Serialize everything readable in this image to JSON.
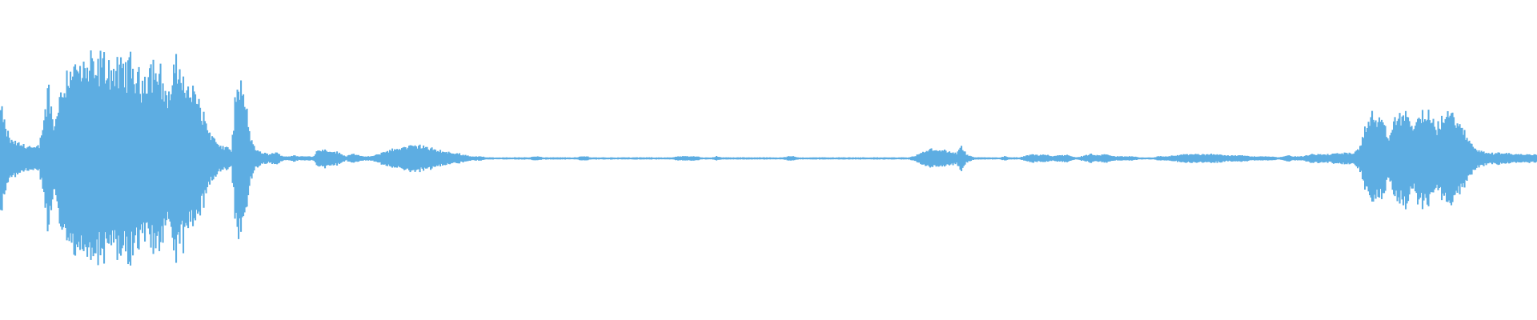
{
  "waveform": {
    "color": "#5dade2",
    "background": "#ffffff",
    "amplitude_envelope": [
      0.5,
      0.3,
      0.18,
      0.16,
      0.14,
      0.13,
      0.12,
      0.1,
      0.12,
      0.4,
      0.7,
      0.3,
      0.55,
      0.75,
      0.85,
      0.9,
      0.92,
      0.85,
      0.9,
      0.92,
      0.88,
      0.95,
      0.93,
      0.9,
      0.85,
      0.88,
      0.9,
      0.93,
      0.85,
      0.75,
      0.82,
      0.88,
      0.92,
      0.85,
      0.7,
      0.6,
      0.85,
      0.9,
      0.8,
      0.65,
      0.65,
      0.6,
      0.45,
      0.3,
      0.22,
      0.15,
      0.1,
      0.12,
      0.08,
      0.65,
      0.7,
      0.5,
      0.2,
      0.1,
      0.06,
      0.05,
      0.04,
      0.06,
      0.04,
      0.02,
      0.02,
      0.03,
      0.02,
      0.02,
      0.02,
      0.02,
      0.08,
      0.09,
      0.08,
      0.07,
      0.06,
      0.04,
      0.02,
      0.05,
      0.04,
      0.02,
      0.02,
      0.02,
      0.03,
      0.05,
      0.07,
      0.08,
      0.09,
      0.1,
      0.11,
      0.12,
      0.12,
      0.13,
      0.12,
      0.1,
      0.09,
      0.08,
      0.07,
      0.06,
      0.05,
      0.05,
      0.04,
      0.03,
      0.02,
      0.02,
      0.02,
      0.01,
      0.01,
      0.01,
      0.01,
      0.01,
      0.01,
      0.01,
      0.01,
      0.01,
      0.01,
      0.02,
      0.02,
      0.01,
      0.01,
      0.01,
      0.01,
      0.01,
      0.01,
      0.01,
      0.01,
      0.02,
      0.02,
      0.01,
      0.01,
      0.01,
      0.01,
      0.01,
      0.01,
      0.01,
      0.01,
      0.01,
      0.01,
      0.01,
      0.01,
      0.01,
      0.01,
      0.01,
      0.01,
      0.01,
      0.01,
      0.02,
      0.02,
      0.02,
      0.02,
      0.02,
      0.01,
      0.01,
      0.01,
      0.02,
      0.01,
      0.01,
      0.01,
      0.01,
      0.01,
      0.01,
      0.01,
      0.01,
      0.01,
      0.01,
      0.01,
      0.01,
      0.01,
      0.01,
      0.02,
      0.02,
      0.01,
      0.01,
      0.01,
      0.01,
      0.01,
      0.01,
      0.01,
      0.01,
      0.01,
      0.01,
      0.01,
      0.01,
      0.01,
      0.01,
      0.01,
      0.01,
      0.01,
      0.01,
      0.01,
      0.01,
      0.01,
      0.01,
      0.01,
      0.01,
      0.02,
      0.04,
      0.06,
      0.08,
      0.09,
      0.09,
      0.08,
      0.07,
      0.06,
      0.05,
      0.12,
      0.04,
      0.02,
      0.01,
      0.01,
      0.01,
      0.01,
      0.01,
      0.01,
      0.02,
      0.01,
      0.01,
      0.01,
      0.02,
      0.03,
      0.04,
      0.03,
      0.04,
      0.03,
      0.02,
      0.03,
      0.03,
      0.04,
      0.02,
      0.01,
      0.02,
      0.03,
      0.04,
      0.03,
      0.03,
      0.04,
      0.03,
      0.02,
      0.02,
      0.02,
      0.02,
      0.02,
      0.01,
      0.01,
      0.01,
      0.01,
      0.02,
      0.02,
      0.02,
      0.03,
      0.03,
      0.04,
      0.04,
      0.04,
      0.04,
      0.04,
      0.04,
      0.04,
      0.04,
      0.04,
      0.03,
      0.03,
      0.03,
      0.03,
      0.03,
      0.02,
      0.02,
      0.02,
      0.02,
      0.02,
      0.02,
      0.01,
      0.02,
      0.03,
      0.02,
      0.02,
      0.02,
      0.03,
      0.05,
      0.04,
      0.04,
      0.04,
      0.04,
      0.05,
      0.05,
      0.06,
      0.05,
      0.06,
      0.12,
      0.28,
      0.4,
      0.42,
      0.38,
      0.3,
      0.2,
      0.35,
      0.42,
      0.45,
      0.4,
      0.3,
      0.4,
      0.45,
      0.43,
      0.35,
      0.3,
      0.38,
      0.42,
      0.44,
      0.4,
      0.3,
      0.22,
      0.16,
      0.1,
      0.08,
      0.06,
      0.05,
      0.05,
      0.06,
      0.05,
      0.05,
      0.04,
      0.04,
      0.04,
      0.04,
      0.04
    ]
  }
}
